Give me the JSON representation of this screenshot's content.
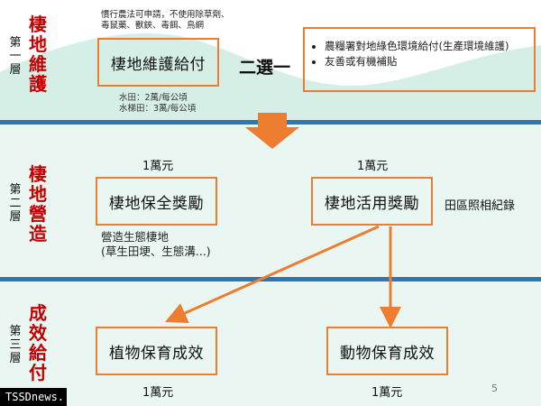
{
  "layer1": {
    "title": "棲地維護",
    "label": "第一層",
    "note_top": [
      "慣行農法可申請，不使用除草劑、",
      "毒鼠藥、獸鋏、毒餌、鳥網"
    ],
    "box": "棲地維護給付",
    "rates": [
      "水田：2萬/每公頃",
      "水梯田：3萬/每公頃"
    ],
    "choice": "二選一",
    "options": [
      "農糧署對地綠色環境給付(生產環境維護)",
      "友善或有機補貼"
    ]
  },
  "layer2": {
    "title": "棲地營造",
    "label": "第二層",
    "left_amount": "1萬元",
    "left_box": "棲地保全獎勵",
    "left_note": [
      "營造生態棲地",
      "(草生田埂、生態溝...)"
    ],
    "right_amount": "1萬元",
    "right_box": "棲地活用獎勵",
    "right_note": "田區照相紀錄"
  },
  "layer3": {
    "title": "成效給付",
    "label": "第三層",
    "left_box": "植物保育成效",
    "left_amount": "1萬元",
    "right_box": "動物保育成效",
    "right_amount": "1萬元"
  },
  "page_number": "5",
  "watermark": "TSSDnews.",
  "colors": {
    "accent": "#ED7D31",
    "title_red": "#C00000",
    "separator_blue": "#2E75B6",
    "hill_green": "#D6EFE6",
    "panel_bg": "#E9F6F2"
  }
}
